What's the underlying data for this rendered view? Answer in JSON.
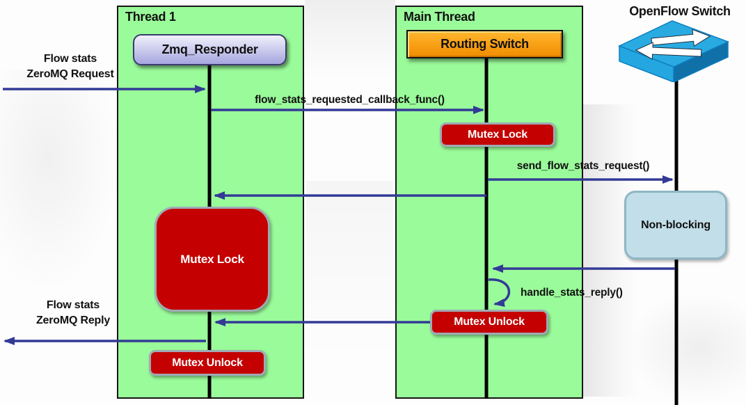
{
  "lanes": [
    {
      "label": "Thread 1",
      "node_label": "Zmq_Responder"
    },
    {
      "label": "Main Thread",
      "node_label": "Routing Switch"
    },
    {
      "label": "OpenFlow Switch"
    }
  ],
  "messages": {
    "incoming_request": {
      "line1": "Flow stats",
      "line2": "ZeroMQ Request"
    },
    "callback": "flow_stats_requested_callback_func()",
    "send_request": "send_flow_stats_request()",
    "handle_reply": "handle_stats_reply()",
    "outgoing_reply": {
      "line1": "Flow stats",
      "line2": "ZeroMQ Reply"
    }
  },
  "badges": {
    "mutex_lock_main": "Mutex Lock",
    "mutex_lock_thread1": "Mutex Lock",
    "mutex_unlock_main": "Mutex Unlock",
    "mutex_unlock_thread1": "Mutex Unlock",
    "non_blocking": "Non-blocking"
  },
  "icons": {
    "openflow_switch": "network-switch-3d-icon"
  },
  "colors": {
    "text_color": "#111111",
    "lane_fill": "#9afb9a",
    "lane_border": "#141414",
    "lifeline_color": "#000000",
    "arrow_color": "#333a96",
    "mutex_fill": "#c40000",
    "mutex_border": "#9faab5",
    "mutex_text": "#ffffff",
    "nonblocking_fill": "#c2dee8",
    "nonblocking_border": "#8fb6c4",
    "responder_top": "#f1f1fc",
    "responder_bottom": "#a5a5df",
    "responder_border": "#3a3a6e",
    "routing_top": "#ffb62e",
    "routing_bottom": "#f28c00",
    "routing_border": "#111111",
    "switch_top": "#29abe2",
    "switch_front": "#24a7e0",
    "switch_side": "#1070a8",
    "switch_edge": "#0f7fc0"
  }
}
